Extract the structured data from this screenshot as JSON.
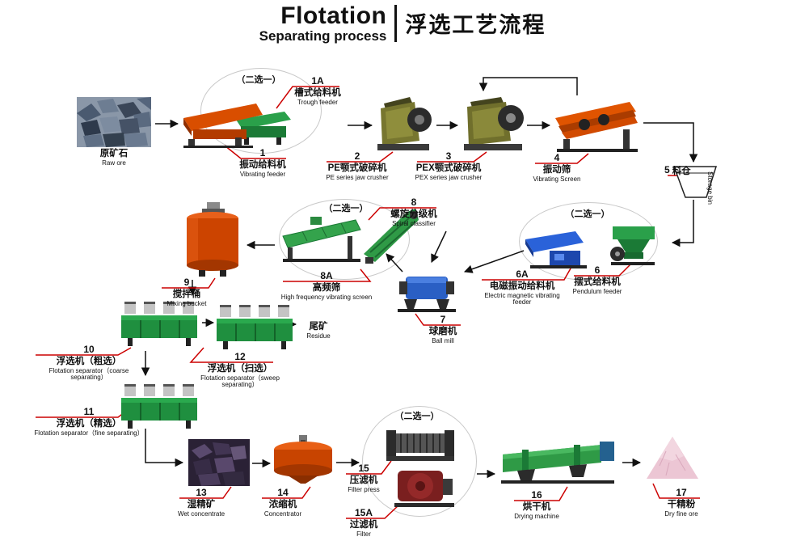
{
  "title": {
    "main": "Flotation",
    "sub": "Separating process",
    "zh": "浮选工艺流程"
  },
  "choose_one_label": "（二选一）",
  "colors": {
    "callout_red": "#cc0000",
    "arrow_black": "#111111",
    "machine_green": "#2f9a46",
    "machine_orange": "#d94e00",
    "machine_blue": "#2a62d9",
    "tank_red": "#cc4400"
  },
  "nodes": {
    "raw_ore": {
      "zh": "原矿石",
      "en": "Raw ore"
    },
    "vibrating_feeder": {
      "num": "1",
      "zh": "振动给料机",
      "en": "Vibrating feeder"
    },
    "trough_feeder": {
      "num": "1A",
      "zh": "槽式给料机",
      "en": "Trough feeder"
    },
    "pe_jaw_crusher": {
      "num": "2",
      "zh": "PE颚式破碎机",
      "en": "PE series jaw crusher"
    },
    "pex_jaw_crusher": {
      "num": "3",
      "zh": "PEX颚式破碎机",
      "en": "PEX series jaw crusher"
    },
    "vibrating_screen": {
      "num": "4",
      "zh": "振动筛",
      "en": "Vibrating Screen"
    },
    "storage_bin": {
      "num": "5",
      "zh": "料仓",
      "en": "Storage bin"
    },
    "pendulum_feeder": {
      "num": "6",
      "zh": "摆式给料机",
      "en": "Pendulum feeder"
    },
    "em_vibrating_feeder": {
      "num": "6A",
      "zh": "电磁振动给料机",
      "en": "Electric magnetic vibrating feeder"
    },
    "ball_mill": {
      "num": "7",
      "zh": "球磨机",
      "en": "Ball mill"
    },
    "spiral_classifier": {
      "num": "8",
      "zh": "螺旋分级机",
      "en": "Spiral classifier"
    },
    "hf_vibrating_screen": {
      "num": "8A",
      "zh": "高频筛",
      "en": "High frequency vibrating screen"
    },
    "mixing_bucket": {
      "num": "9",
      "zh": "搅拌桶",
      "en": "Mixing bucket"
    },
    "flotation_coarse": {
      "num": "10",
      "zh": "浮选机（粗选）",
      "en": "Flotation separator（coarse separating）"
    },
    "flotation_fine": {
      "num": "11",
      "zh": "浮选机（精选）",
      "en": "Flotation separator（fine separating）"
    },
    "flotation_sweep": {
      "num": "12",
      "zh": "浮选机（扫选）",
      "en": "Flotation separator（sweep separating）"
    },
    "residue": {
      "zh": "尾矿",
      "en": "Residue"
    },
    "wet_concentrate": {
      "num": "13",
      "zh": "湿精矿",
      "en": "Wet concentrate"
    },
    "concentrator": {
      "num": "14",
      "zh": "浓缩机",
      "en": "Concentrator"
    },
    "filter_press": {
      "num": "15",
      "zh": "压滤机",
      "en": "Filter press"
    },
    "filter": {
      "num": "15A",
      "zh": "过滤机",
      "en": "Filter"
    },
    "drying_machine": {
      "num": "16",
      "zh": "烘干机",
      "en": "Drying machine"
    },
    "dry_fine_ore": {
      "num": "17",
      "zh": "干精粉",
      "en": "Dry fine ore"
    }
  }
}
